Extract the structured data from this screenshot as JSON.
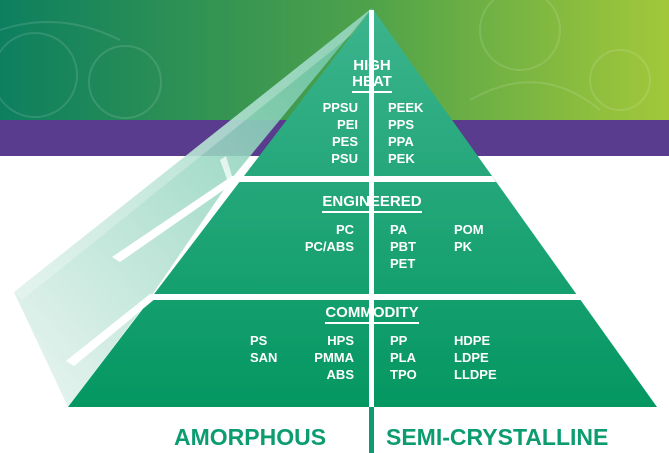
{
  "diagram": {
    "tiers": [
      {
        "id": "high-heat",
        "label_lines": [
          "HIGH",
          "HEAT"
        ],
        "amorphous": [
          [
            "PPSU",
            "PEI",
            "PES",
            "PSU"
          ]
        ],
        "semi_crystalline": [
          [
            "PEEK",
            "PPS",
            "PPA",
            "PEK"
          ]
        ]
      },
      {
        "id": "engineered",
        "label": "ENGINEERED",
        "amorphous": [
          [
            "PC",
            "PC/ABS"
          ]
        ],
        "semi_crystalline": [
          [
            "PA",
            "PBT",
            "PET"
          ],
          [
            "POM",
            "PK"
          ]
        ]
      },
      {
        "id": "commodity",
        "label": "COMMODITY",
        "amorphous": [
          [
            "PS",
            "SAN"
          ],
          [
            "HPS",
            "PMMA",
            "ABS"
          ]
        ],
        "semi_crystalline": [
          [
            "PP",
            "PLA",
            "TPO"
          ],
          [
            "HDPE",
            "LDPE",
            "LLDPE"
          ]
        ]
      }
    ],
    "footer": {
      "left": "AMORPHOUS",
      "right": "SEMI-CRYSTALLINE"
    }
  },
  "colors": {
    "banner_dark": "#0d7f5f",
    "banner_light": "#a3c83a",
    "purple_band": "#5a3c8e",
    "pyramid_top": "#2fae86",
    "pyramid_bottom": "#069763",
    "label_green": "#0c9c70"
  }
}
